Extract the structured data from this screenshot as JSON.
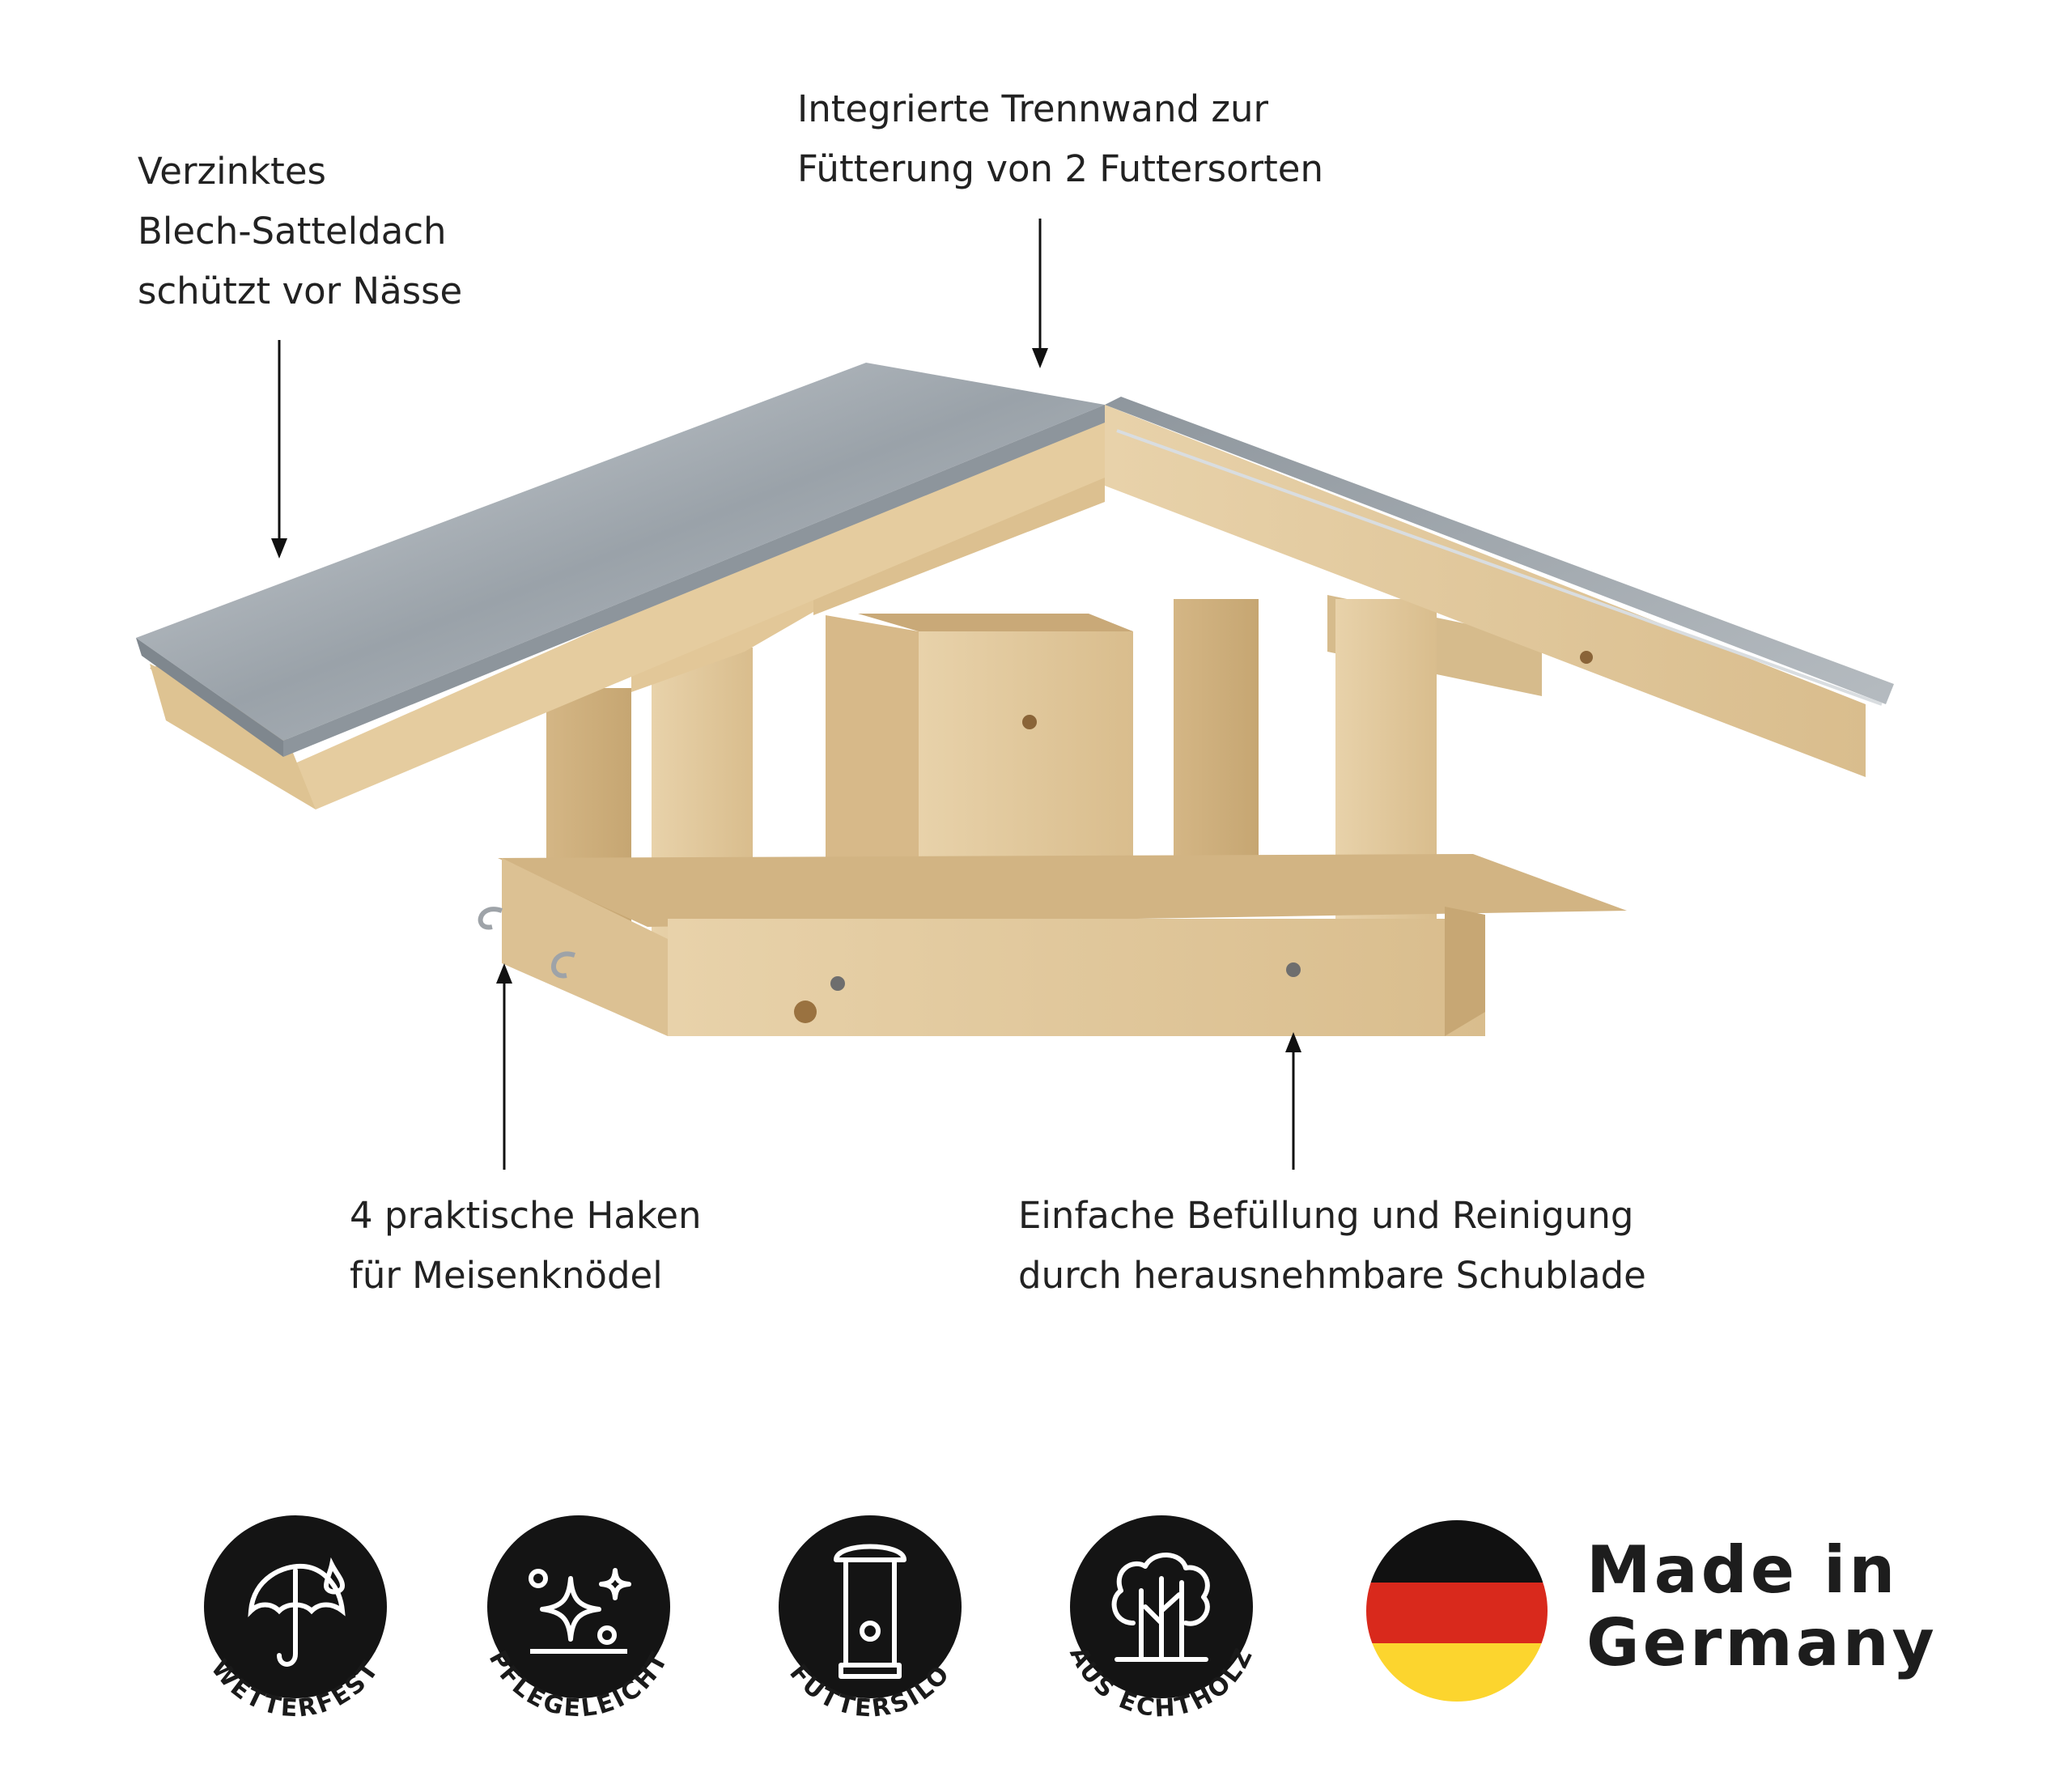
{
  "callouts": {
    "roof": {
      "lines": [
        "Verzinktes",
        "Blech-Satteldach",
        "schützt vor Nässe"
      ]
    },
    "divider": {
      "lines": [
        "Integrierte Trennwand zur",
        "Fütterung von 2 Futtersorten"
      ]
    },
    "hooks": {
      "lines": [
        "4 praktische Haken",
        "für Meisenknödel"
      ]
    },
    "drawer": {
      "lines": [
        "Einfache Befüllung und Reinigung",
        "durch herausnehmbare Schublade"
      ]
    }
  },
  "badges": [
    {
      "label": "WETTERFEST",
      "icon": "umbrella-rain-icon"
    },
    {
      "label": "PFLEGELEICHT",
      "icon": "sparkle-icon"
    },
    {
      "label": "FUTTERSILO",
      "icon": "feeder-silo-icon"
    },
    {
      "label": "AUS ECHTHOLZ",
      "icon": "tree-icon"
    }
  ],
  "made_in": {
    "line1": "Made in",
    "line2": "Germany"
  },
  "colors": {
    "badge": "#141414",
    "wood": "#e6cfa6",
    "zinc": "#a9b0b6",
    "flag_black": "#111111",
    "flag_red": "#d9291c",
    "flag_gold": "#fcd52e"
  }
}
